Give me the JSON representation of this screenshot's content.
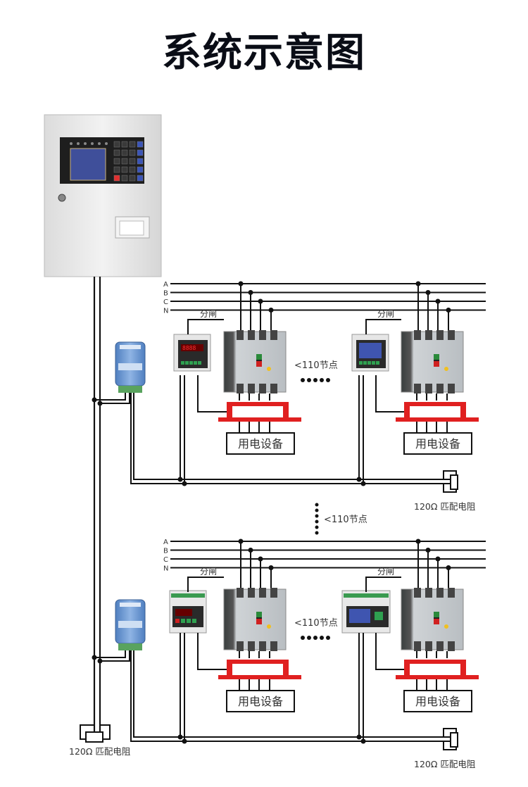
{
  "title": "系统示意图",
  "bus_labels": [
    "A",
    "B",
    "C",
    "N"
  ],
  "trip_label": "分闸",
  "nodes_label": "<110节点",
  "load_label": "用电设备",
  "resistor_label": "120Ω 匹配电阻",
  "colors": {
    "title": "#0a0d16",
    "wire": "#111111",
    "busbar": "#e02020",
    "cabinet": "#e9e9e9",
    "panel": "#1e1e1e",
    "screen": "#3f4f9a",
    "converter": "#6e9bd4"
  },
  "sections": [
    {
      "id": "upper",
      "left_monitor": "panel-meter-led",
      "right_monitor": "panel-meter-lcd"
    },
    {
      "id": "lower",
      "left_monitor": "din-rail-meter-led",
      "right_monitor": "din-rail-meter-lcd"
    }
  ]
}
